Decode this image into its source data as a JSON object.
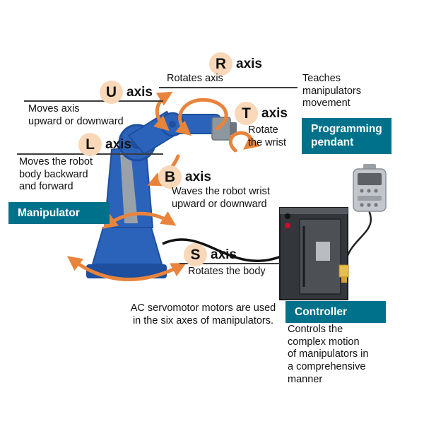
{
  "axes": {
    "r": {
      "letter": "R",
      "word": "axis",
      "desc": "Rotates axis"
    },
    "u": {
      "letter": "U",
      "word": "axis",
      "desc": "Moves axis\nupward or downward"
    },
    "t": {
      "letter": "T",
      "word": "axis",
      "desc": "Rotate\nthe wrist"
    },
    "l": {
      "letter": "L",
      "word": "axis",
      "desc": "Moves the robot\nbody backward\nand forward"
    },
    "b": {
      "letter": "B",
      "word": "axis",
      "desc": "Waves the robot wrist\nupward or downward"
    },
    "s": {
      "letter": "S",
      "word": "axis",
      "desc": "Rotates the body"
    }
  },
  "callouts": {
    "manipulator": "Manipulator",
    "programming_pendant": "Programming\npendant",
    "controller": "Controller"
  },
  "notes": {
    "pendant_desc": "Teaches\nmanipulators\nmovement",
    "controller_desc": "Controls the\ncomplex motion\nof manipulators in\na comprehensive\nmanner",
    "servo_note": "AC servomotor motors are used\nin the six axes of manipulators."
  },
  "colors": {
    "teal": "#00718a",
    "arrow_orange": "#e8843c",
    "circle_peach": "#f8d8b8",
    "robot_blue": "#2b63ba"
  }
}
